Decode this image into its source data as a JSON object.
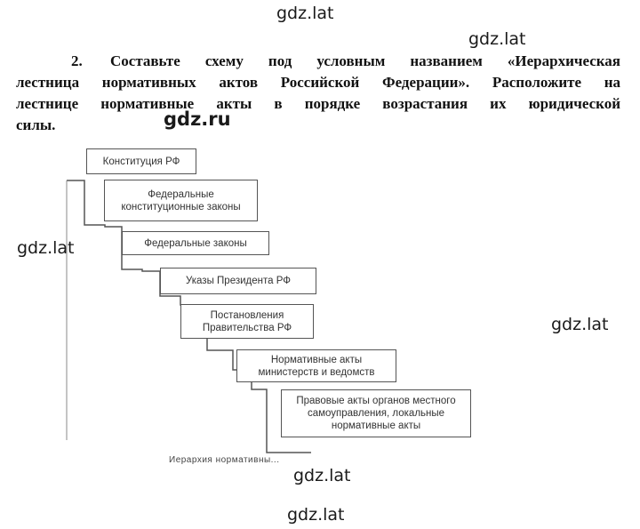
{
  "watermarks": {
    "w1": "gdz.lat",
    "w2": "gdz.lat",
    "w3": "gdz.ru",
    "w4": "gdz.lat",
    "w5": "gdz.lat",
    "w6": "gdz.lat",
    "w7": "gdz.lat"
  },
  "task": {
    "number": "2.",
    "line1": "Составьте схему под условным названием «Иерархическая",
    "line2": "лестница нормативных актов Российской Федерации». Расположите на",
    "line3": "лестнице нормативные акты в порядке возрастания их юридической",
    "line4": "силы."
  },
  "ladder": {
    "steps": [
      {
        "lines": [
          "Конституция РФ"
        ]
      },
      {
        "lines": [
          "Федеральные",
          "конституционные законы"
        ]
      },
      {
        "lines": [
          "Федеральные законы"
        ]
      },
      {
        "lines": [
          "Указы Президента РФ"
        ]
      },
      {
        "lines": [
          "Постановления",
          "Правительства РФ"
        ]
      },
      {
        "lines": [
          "Нормативные акты",
          "министерств и ведомств"
        ]
      },
      {
        "lines": [
          "Правовые акты органов местного",
          "самоуправления, локальные",
          "нормативные акты"
        ]
      }
    ],
    "caption": "Иерархия нормативны..."
  },
  "colors": {
    "line": "#555555",
    "text": "#333333"
  }
}
